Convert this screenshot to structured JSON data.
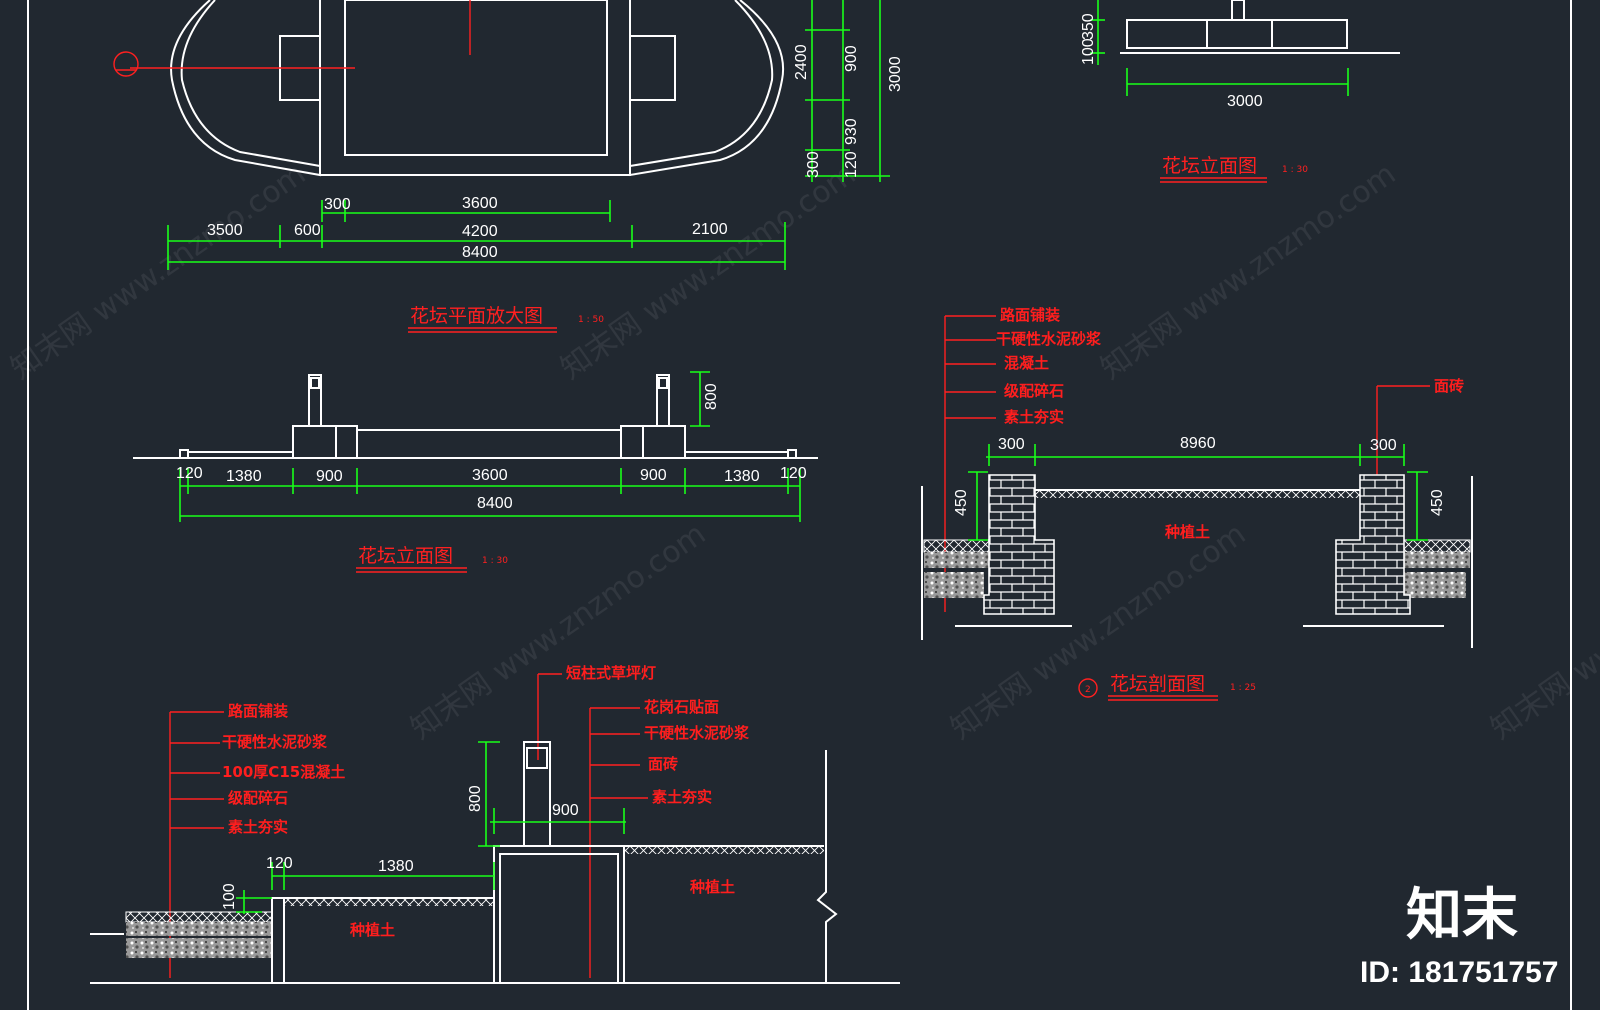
{
  "plan": {
    "title": "花坛平面放大图",
    "scale": "1 : 50",
    "dims_row1": [
      "300",
      "3600"
    ],
    "dims_row2": [
      "3500",
      "600",
      "4200",
      "2100"
    ],
    "total": "8400",
    "vert_dims": [
      "2400",
      "900",
      "930",
      "300",
      "120",
      "3000"
    ]
  },
  "elev_small": {
    "title": "花坛立面图",
    "scale": "1 : 30",
    "dims": [
      "100",
      "350",
      "3000"
    ]
  },
  "elev_main": {
    "title": "花坛立面图",
    "scale": "1 : 30",
    "height": "800",
    "dims_row": [
      "120",
      "1380",
      "900",
      "3600",
      "900",
      "1380",
      "120"
    ],
    "total": "8400"
  },
  "section": {
    "title": "花坛剖面图",
    "scale": "1 : 25",
    "marker": "2",
    "labels": [
      "路面铺装",
      "干硬性水泥砂浆",
      "混凝土",
      "级配碎石",
      "素土夯实"
    ],
    "right_label": "面砖",
    "soil_label": "种植土",
    "dims": [
      "300",
      "8960",
      "300"
    ],
    "heights": [
      "450",
      "450"
    ]
  },
  "detail": {
    "left_labels": [
      "路面铺装",
      "干硬性水泥砂浆",
      "100厚C15混凝土",
      "级配碎石",
      "素土夯实"
    ],
    "lamp_label": "短柱式草坪灯",
    "right_labels": [
      "花岗石贴面",
      "干硬性水泥砂浆",
      "面砖",
      "素土夯实"
    ],
    "soil_label_left": "种植土",
    "soil_label_right": "种植土",
    "dims": [
      "120",
      "1380",
      "900",
      "800",
      "100"
    ]
  },
  "watermark": {
    "text": "知末网 www.znzmo.com"
  },
  "brand": {
    "logo": "知末",
    "id": "ID: 181751757"
  }
}
